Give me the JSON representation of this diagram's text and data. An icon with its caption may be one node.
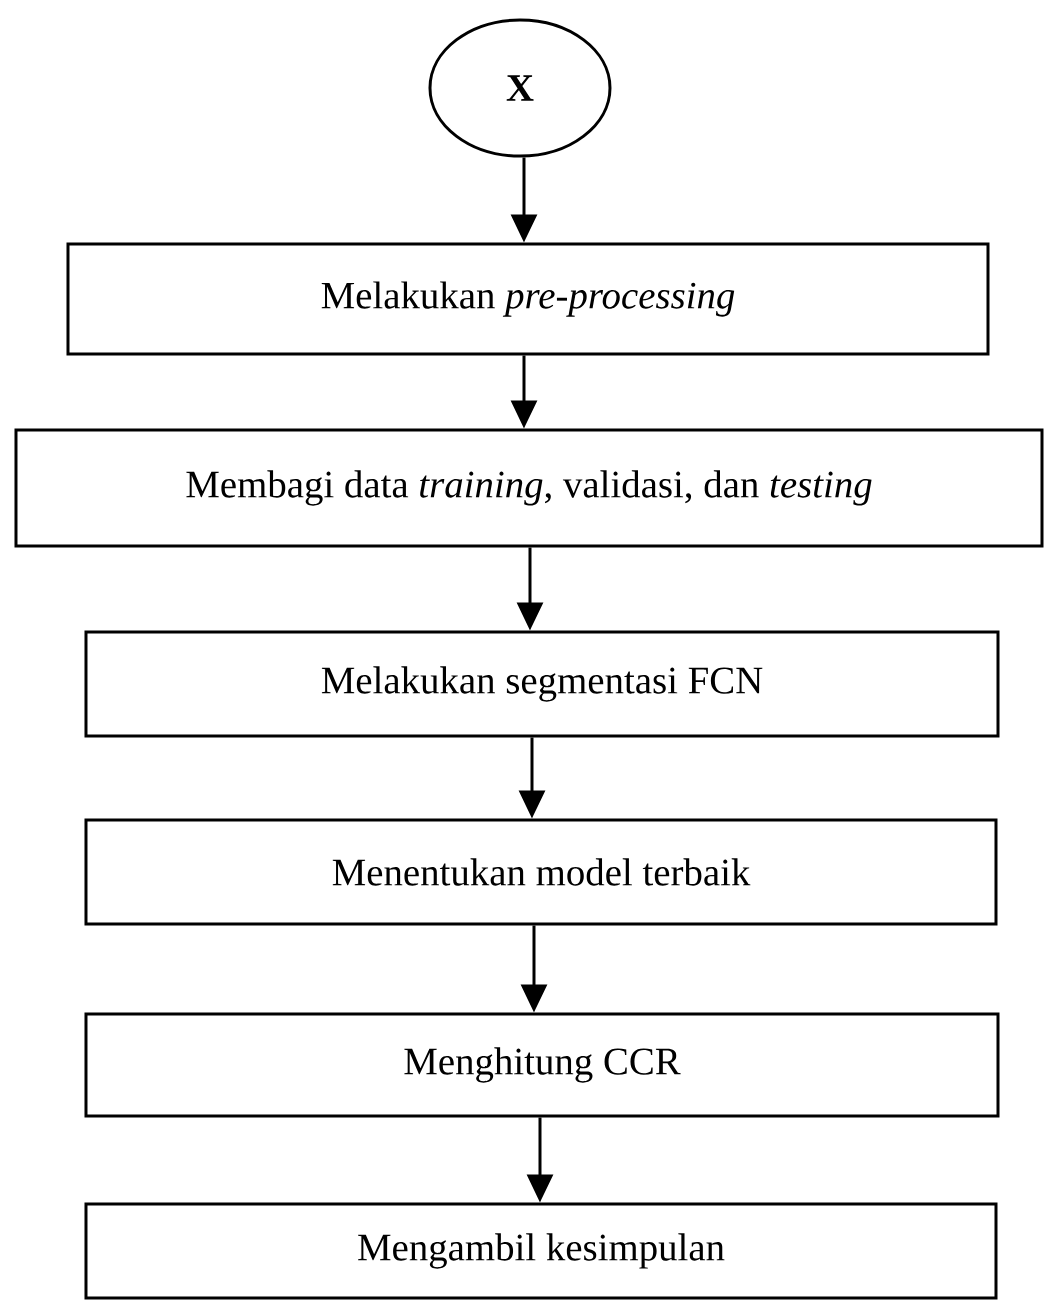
{
  "diagram": {
    "nodes": [
      {
        "text": [
          "X"
        ]
      },
      {
        "text": [
          "Melakukan *pre-processing*"
        ]
      },
      {
        "text": [
          "Membagi data *training*, validasi, dan *testing*"
        ]
      },
      {
        "text": [
          "Melakukan segmentasi FCN"
        ]
      },
      {
        "text": [
          "Menentukan model terbaik"
        ]
      },
      {
        "text": [
          "Menghitung CCR"
        ]
      },
      {
        "text": [
          "Mengambil kesimpulan"
        ]
      }
    ],
    "edges": [
      {
        "from": 0,
        "to": 1,
        "arrow": "to"
      },
      {
        "from": 1,
        "to": 2,
        "arrow": "to"
      },
      {
        "from": 2,
        "to": 3,
        "arrow": "to"
      },
      {
        "from": 3,
        "to": 4,
        "arrow": "to"
      },
      {
        "from": 4,
        "to": 5,
        "arrow": "to"
      },
      {
        "from": 5,
        "to": 6,
        "arrow": "to"
      }
    ]
  }
}
